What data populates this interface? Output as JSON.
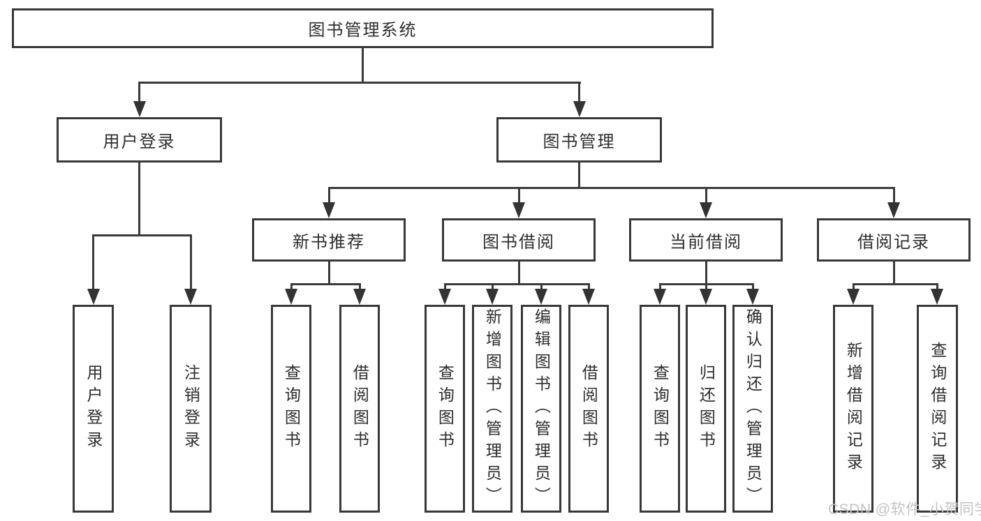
{
  "tree": {
    "label": "图书管理系统",
    "children": [
      {
        "label": "用户登录",
        "children": [
          {
            "label": "用户登录"
          },
          {
            "label": "注销登录"
          }
        ]
      },
      {
        "label": "图书管理",
        "children": [
          {
            "label": "新书推荐",
            "children": [
              {
                "label": "查询图书"
              },
              {
                "label": "借阅图书"
              }
            ]
          },
          {
            "label": "图书借阅",
            "children": [
              {
                "label": "查询图书"
              },
              {
                "label": "新增图书（管理员）"
              },
              {
                "label": "编辑图书（管理员）"
              },
              {
                "label": "借阅图书"
              }
            ]
          },
          {
            "label": "当前借阅",
            "children": [
              {
                "label": "查询图书"
              },
              {
                "label": "归还图书"
              },
              {
                "label": "确认归还（管理员）"
              }
            ]
          },
          {
            "label": "借阅记录",
            "children": [
              {
                "label": "新增借阅记录"
              },
              {
                "label": "查询借阅记录"
              }
            ]
          }
        ]
      }
    ]
  },
  "watermark": "CSDN @软件_小贺同学",
  "colors": {
    "line": "#3a3a3a",
    "box_border": "#383838",
    "text": "#2d2d2d",
    "watermark": "#c3c3c3",
    "background": "#ffffff"
  }
}
